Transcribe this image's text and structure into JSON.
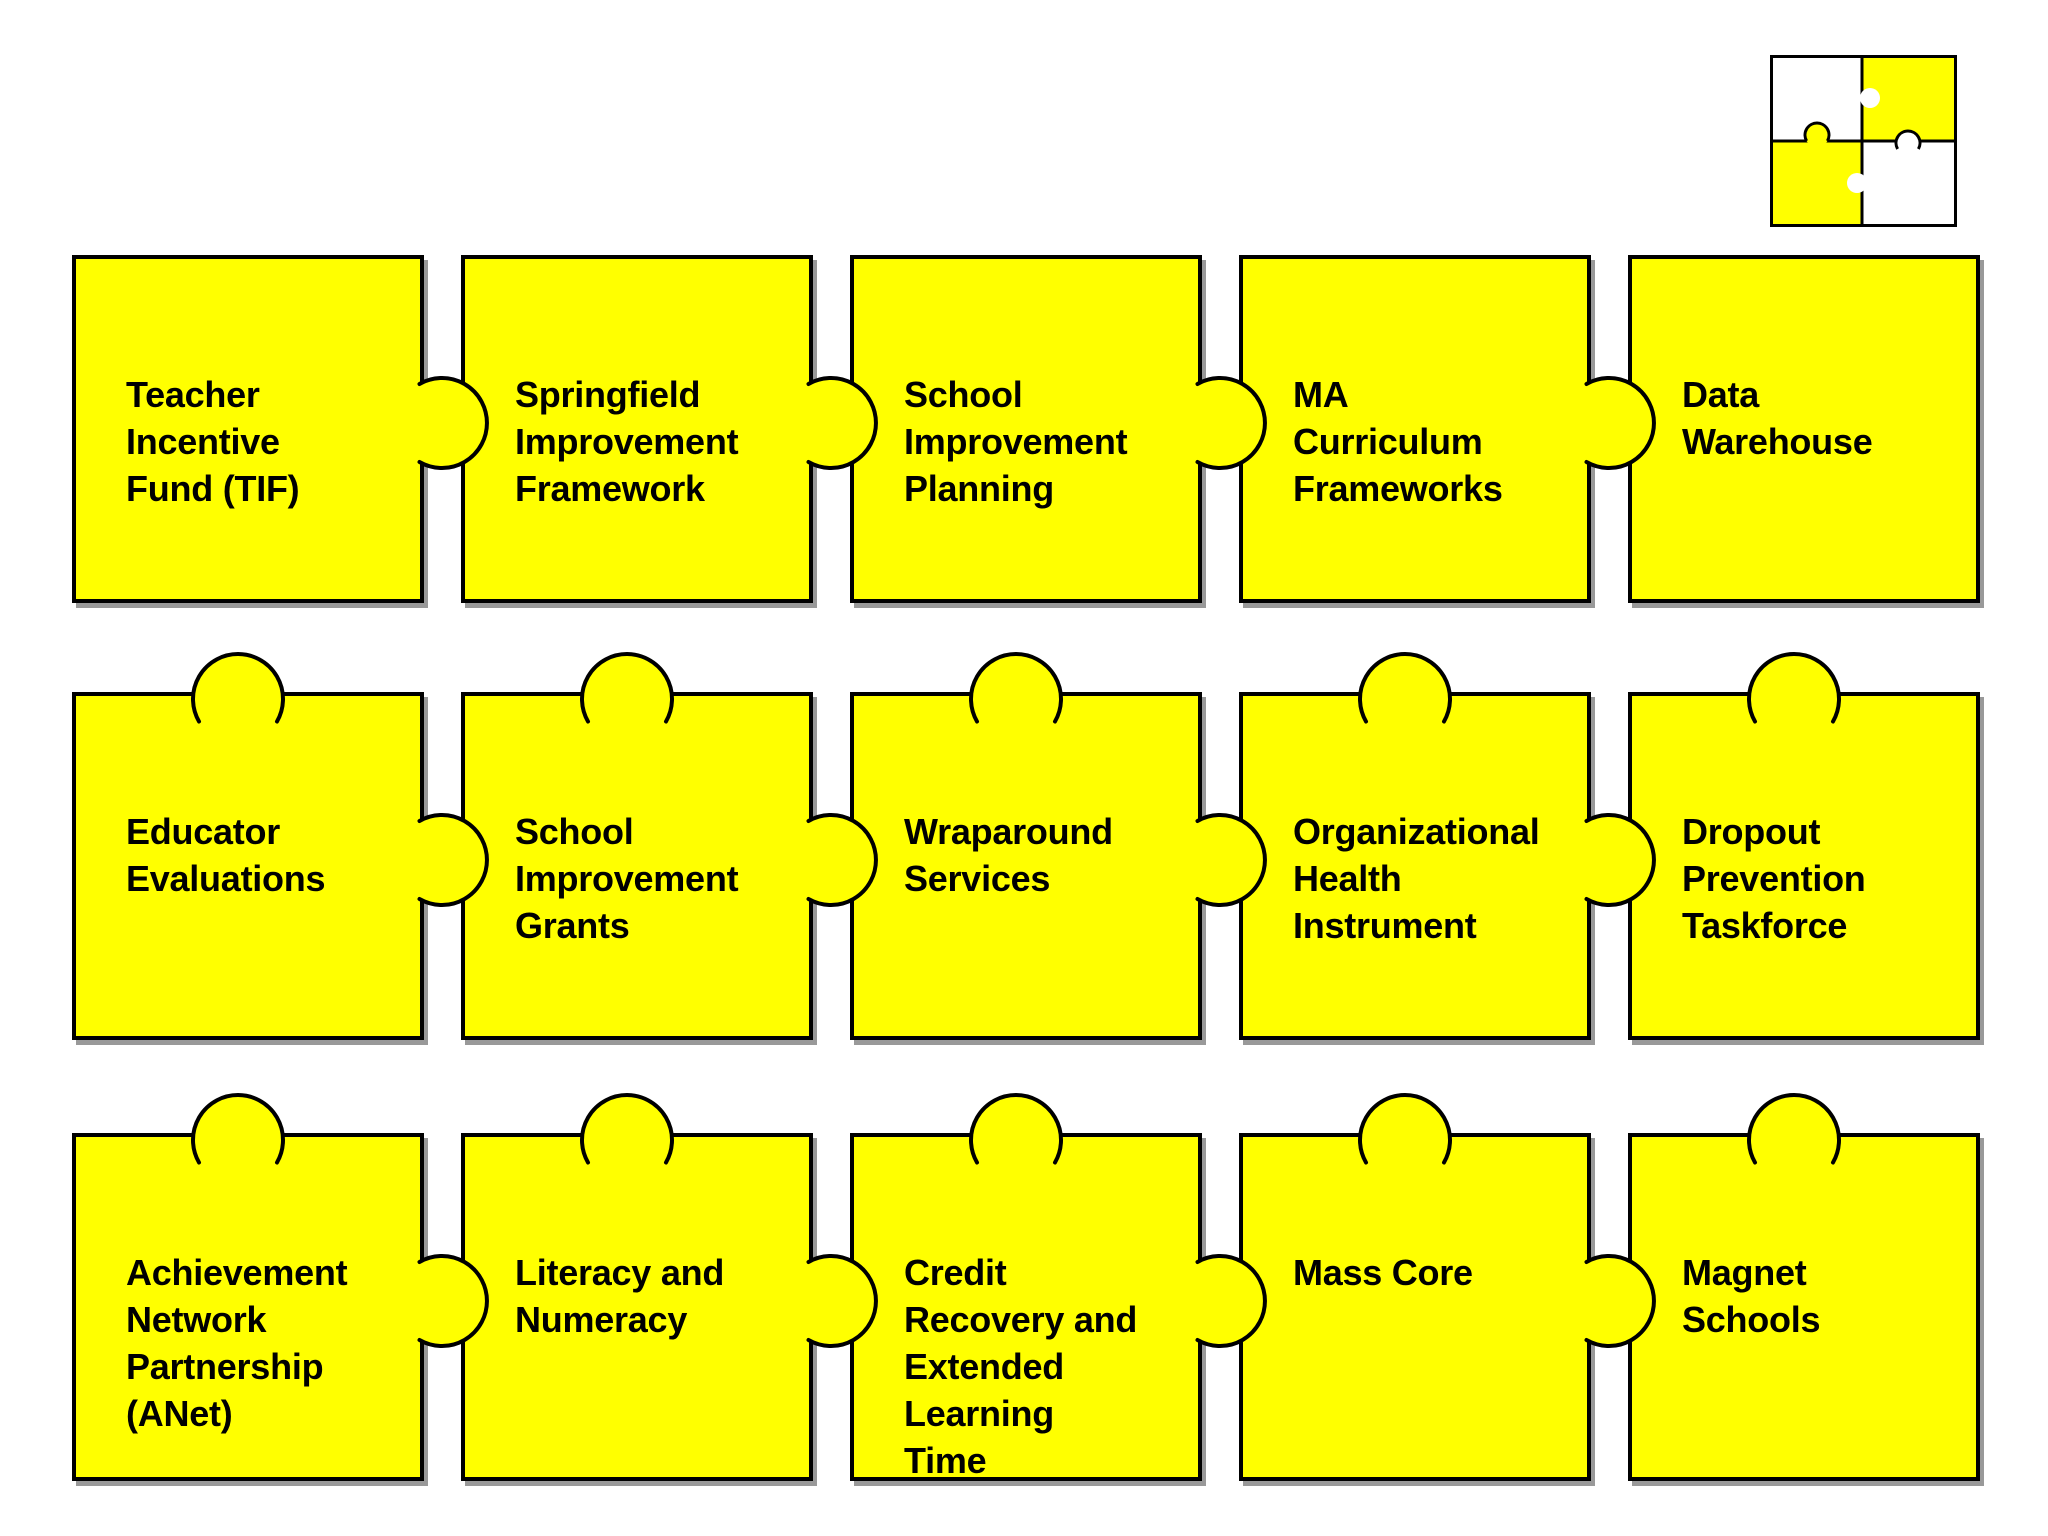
{
  "colors": {
    "piece_fill": "#FFFF00",
    "piece_border": "#000000",
    "label_text": "#000000",
    "background": "#FFFFFF"
  },
  "logo": {
    "description": "four-piece-jigsaw-logo",
    "quadrants": {
      "top_left": "#FFFFFF",
      "top_right": "#FFFF00",
      "bottom_left": "#FFFF00",
      "bottom_right": "#FFFFFF"
    }
  },
  "puzzle_grid": {
    "rows": [
      {
        "pieces": [
          {
            "label": "Teacher\nIncentive\nFund (TIF)"
          },
          {
            "label": "Springfield\nImprovement\nFramework"
          },
          {
            "label": "School\nImprovement\nPlanning"
          },
          {
            "label": "MA\nCurriculum\nFrameworks"
          },
          {
            "label": "Data\nWarehouse"
          }
        ]
      },
      {
        "pieces": [
          {
            "label": "Educator\nEvaluations"
          },
          {
            "label": "School\nImprovement\nGrants"
          },
          {
            "label": "Wraparound\nServices"
          },
          {
            "label": "Organizational\nHealth\nInstrument"
          },
          {
            "label": "Dropout\nPrevention\nTaskforce"
          }
        ]
      },
      {
        "pieces": [
          {
            "label": "Achievement\nNetwork\nPartnership\n(ANet)"
          },
          {
            "label": "Literacy and\nNumeracy"
          },
          {
            "label": "Credit\nRecovery and\nExtended\nLearning\nTime"
          },
          {
            "label": "Mass Core"
          },
          {
            "label": "Magnet\nSchools"
          }
        ]
      }
    ]
  }
}
